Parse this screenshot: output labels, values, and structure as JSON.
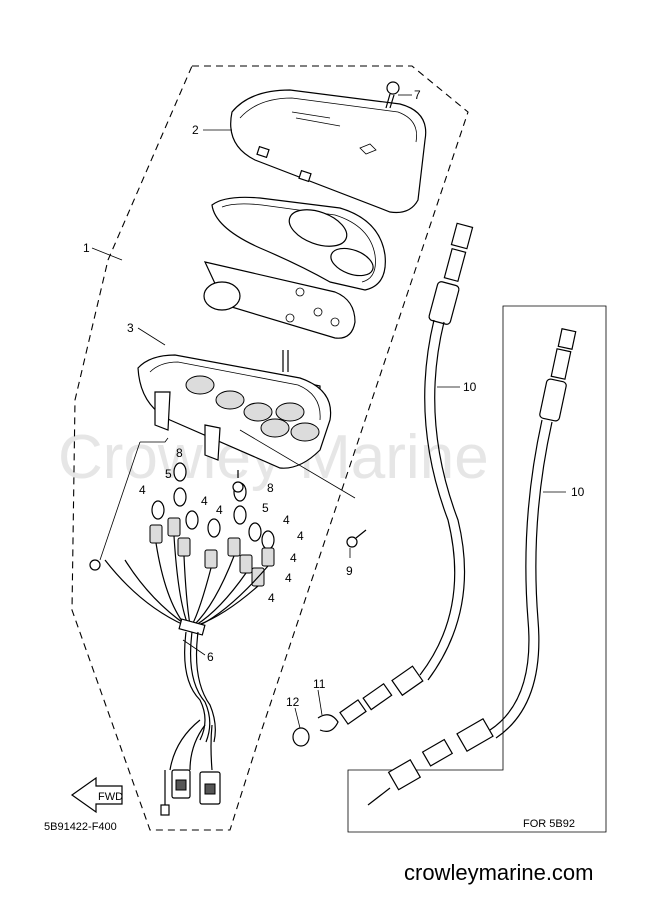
{
  "diagram": {
    "drawing_number": "5B91422-F400",
    "variant_label": "FOR 5B92",
    "watermark": "Crowley Marine",
    "website": "crowleymarine.com",
    "fwd_label": "FWD",
    "callouts": {
      "c1": "1",
      "c2": "2",
      "c3": "3",
      "c4a": "4",
      "c4b": "4",
      "c4c": "4",
      "c4d": "4",
      "c4e": "4",
      "c4f": "4",
      "c4g": "4",
      "c4h": "4",
      "c5a": "5",
      "c5b": "5",
      "c6": "6",
      "c7": "7",
      "c8a": "8",
      "c8b": "8",
      "c9": "9",
      "c10a": "10",
      "c10b": "10",
      "c11": "11",
      "c12": "12"
    }
  }
}
